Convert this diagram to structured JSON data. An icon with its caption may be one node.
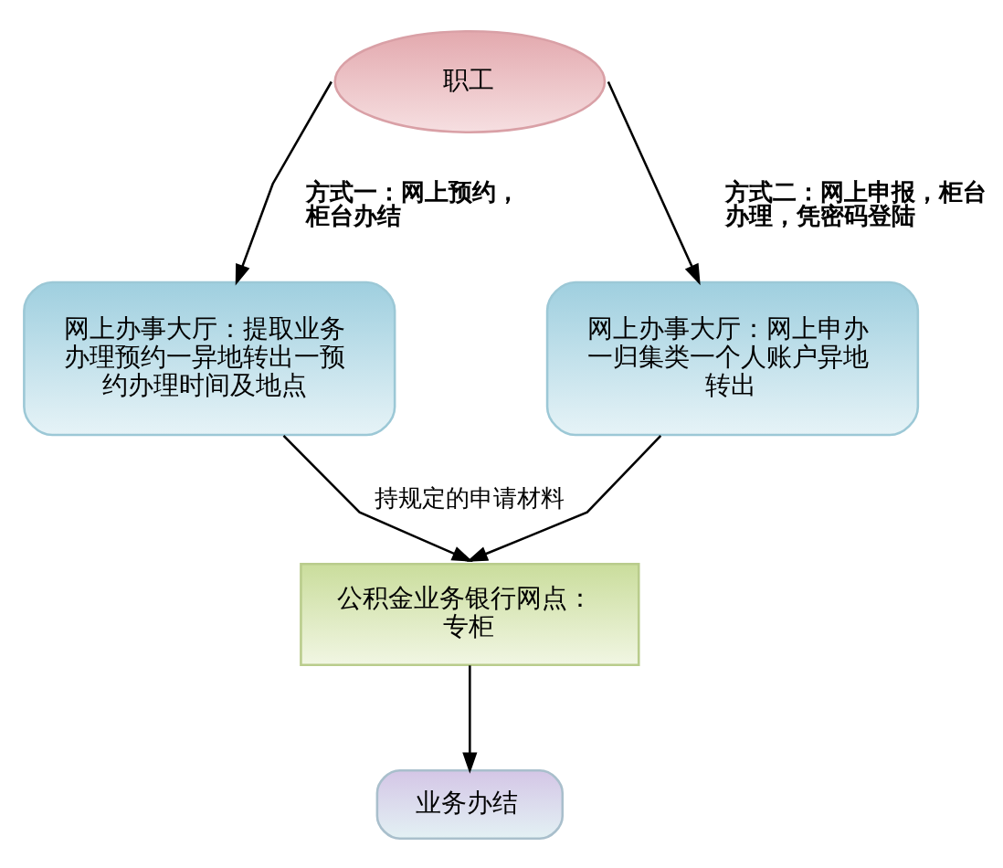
{
  "diagram": {
    "nodes": [
      {
        "text": [
          "职工"
        ]
      },
      {
        "text": [
          "网上办事大厅：提取业务办理预约一异地转出一预约办理时间及地点"
        ]
      },
      {
        "text": [
          "网上办事大厅：网上申办一归集类一个人账户异地转出"
        ]
      },
      {
        "text": [
          "公积金业务银行网点：专柜"
        ]
      },
      {
        "text": [
          "业务办结"
        ]
      }
    ],
    "edges": [
      {
        "from": 0,
        "to": 1,
        "arrow": "to",
        "label": "方式一：网上预约，柜台办结"
      },
      {
        "from": 0,
        "to": 2,
        "arrow": "to",
        "label": "方式二：网上申报，柜台办理，凭密码登陆"
      },
      {
        "from": 1,
        "to": 3,
        "arrow": "to",
        "label": "持规定的申请材料"
      },
      {
        "from": 2,
        "to": 3,
        "arrow": "to"
      },
      {
        "from": 3,
        "to": 4,
        "arrow": "to"
      }
    ]
  }
}
